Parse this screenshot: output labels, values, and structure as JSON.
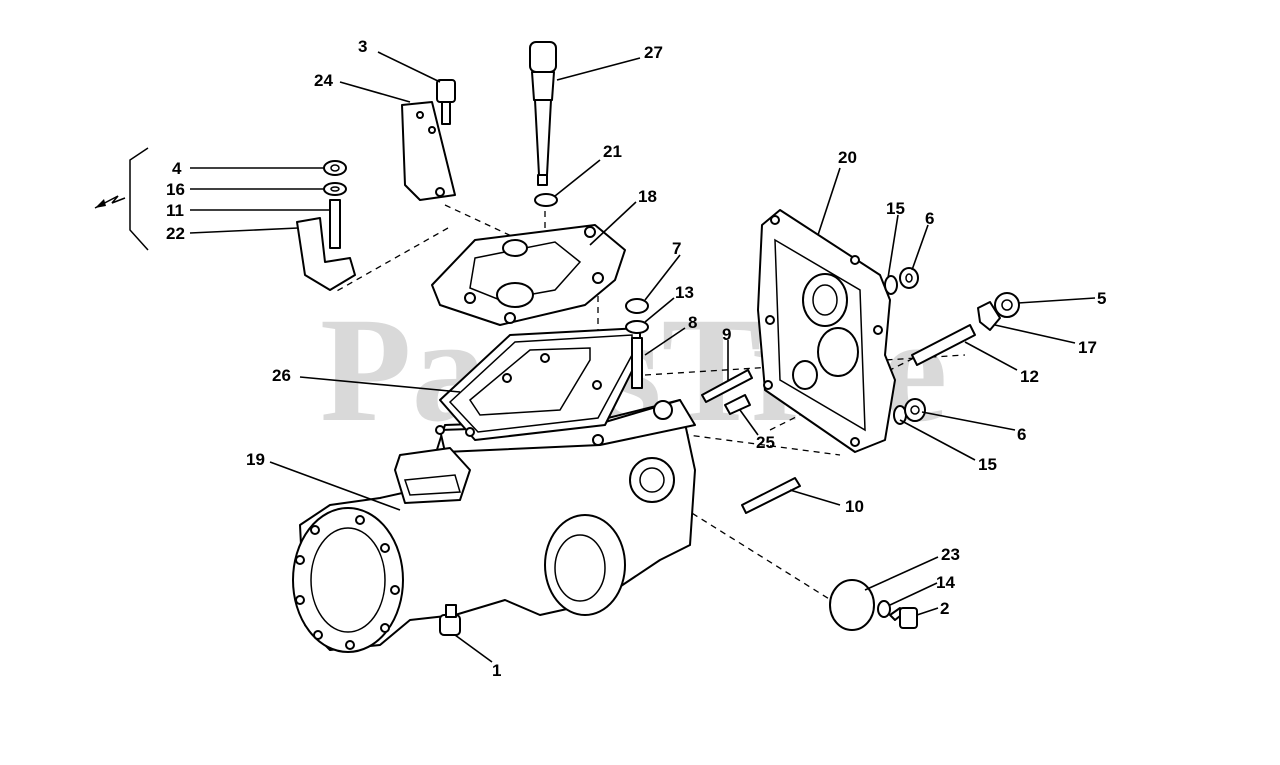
{
  "watermark": {
    "text": "PartsTree",
    "trademark": "™"
  },
  "callouts": [
    {
      "id": "c1",
      "label": "1"
    },
    {
      "id": "c2",
      "label": "2"
    },
    {
      "id": "c3",
      "label": "3"
    },
    {
      "id": "c4",
      "label": "4"
    },
    {
      "id": "c5",
      "label": "5"
    },
    {
      "id": "c6a",
      "label": "6"
    },
    {
      "id": "c6b",
      "label": "6"
    },
    {
      "id": "c7",
      "label": "7"
    },
    {
      "id": "c8",
      "label": "8"
    },
    {
      "id": "c9",
      "label": "9"
    },
    {
      "id": "c10",
      "label": "10"
    },
    {
      "id": "c11",
      "label": "11"
    },
    {
      "id": "c12",
      "label": "12"
    },
    {
      "id": "c13",
      "label": "13"
    },
    {
      "id": "c14",
      "label": "14"
    },
    {
      "id": "c15a",
      "label": "15"
    },
    {
      "id": "c15b",
      "label": "15"
    },
    {
      "id": "c16",
      "label": "16"
    },
    {
      "id": "c17",
      "label": "17"
    },
    {
      "id": "c18",
      "label": "18"
    },
    {
      "id": "c19",
      "label": "19"
    },
    {
      "id": "c20",
      "label": "20"
    },
    {
      "id": "c21",
      "label": "21"
    },
    {
      "id": "c22",
      "label": "22"
    },
    {
      "id": "c23",
      "label": "23"
    },
    {
      "id": "c24",
      "label": "24"
    },
    {
      "id": "c25",
      "label": "25"
    },
    {
      "id": "c26",
      "label": "26"
    },
    {
      "id": "c27",
      "label": "27"
    }
  ]
}
